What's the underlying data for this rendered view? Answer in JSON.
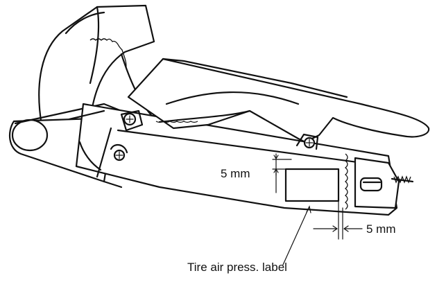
{
  "figure": {
    "labels": {
      "dim_top": "5 mm",
      "dim_side": "5 mm",
      "label_callout": "Tire air press. label"
    },
    "colors": {
      "ink": "#111111",
      "paper": "#ffffff"
    }
  }
}
